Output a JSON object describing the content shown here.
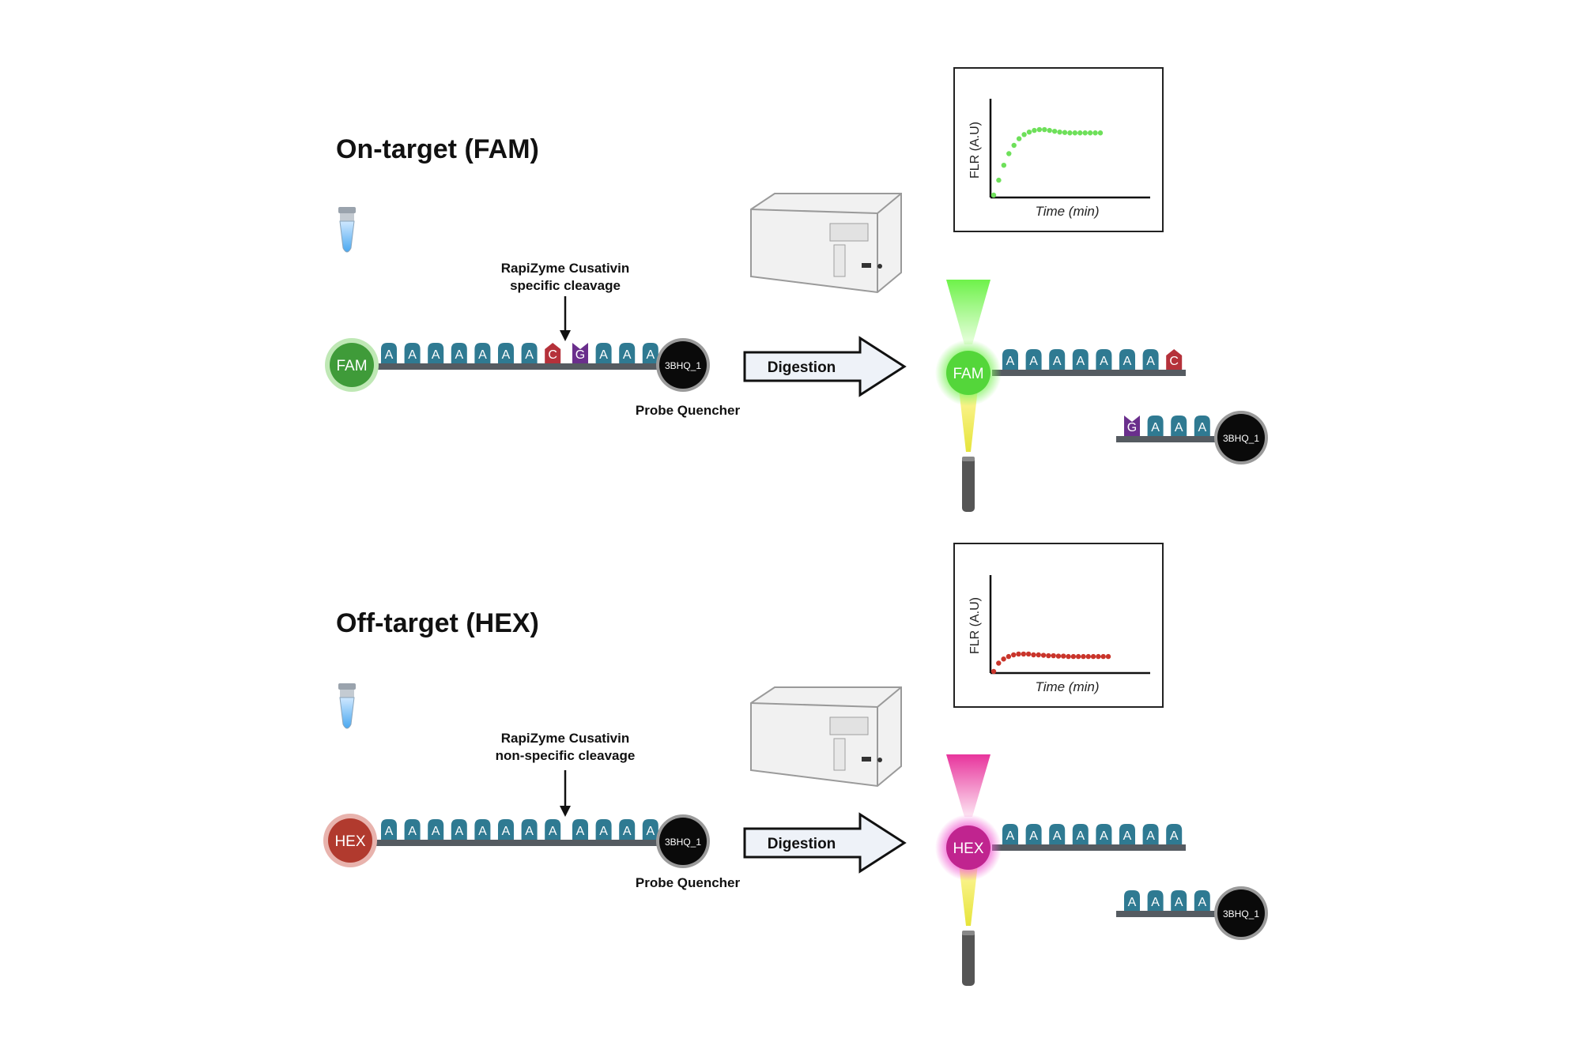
{
  "panels": [
    {
      "id": "on",
      "title": "On-target (FAM)",
      "cleavage_label": [
        "RapiZyme Cusativin",
        "specific cleavage"
      ],
      "dye": "FAM",
      "quencher": "3BHQ_1",
      "probe_quencher_label": "Probe Quencher",
      "digestion_label": "Digestion",
      "probe_left": [
        "A",
        "A",
        "A",
        "A",
        "A",
        "A",
        "A",
        "C"
      ],
      "probe_right": [
        "G",
        "A",
        "A",
        "A"
      ],
      "fragment_dye_side": [
        "A",
        "A",
        "A",
        "A",
        "A",
        "A",
        "A",
        "C"
      ],
      "fragment_quencher_side": [
        "G",
        "A",
        "A",
        "A"
      ],
      "chart": {
        "ylabel": "FLR (A.U)",
        "xlabel": "Time (min)",
        "color": "#6ee05a",
        "series": [
          0,
          0.18,
          0.36,
          0.5,
          0.6,
          0.68,
          0.73,
          0.76,
          0.78,
          0.79,
          0.79,
          0.78,
          0.77,
          0.76,
          0.755,
          0.75,
          0.75,
          0.75,
          0.75,
          0.75,
          0.75,
          0.75
        ]
      },
      "colors": {
        "dye": "#3c9a36",
        "dye_glow": "#5ee04e",
        "cone": "#7df05a"
      }
    },
    {
      "id": "off",
      "title": "Off-target (HEX)",
      "cleavage_label": [
        "RapiZyme Cusativin",
        "non-specific cleavage"
      ],
      "dye": "HEX",
      "quencher": "3BHQ_1",
      "probe_quencher_label": "Probe Quencher",
      "digestion_label": "Digestion",
      "probe_left": [
        "A",
        "A",
        "A",
        "A",
        "A",
        "A",
        "A",
        "A"
      ],
      "probe_right": [
        "A",
        "A",
        "A",
        "A"
      ],
      "fragment_dye_side": [
        "A",
        "A",
        "A",
        "A",
        "A",
        "A",
        "A",
        "A"
      ],
      "fragment_quencher_side": [
        "A",
        "A",
        "A",
        "A"
      ],
      "chart": {
        "ylabel": "FLR (A.U)",
        "xlabel": "Time (min)",
        "color": "#c9352b",
        "series": [
          0,
          0.1,
          0.15,
          0.18,
          0.2,
          0.21,
          0.21,
          0.21,
          0.2,
          0.2,
          0.195,
          0.19,
          0.19,
          0.185,
          0.185,
          0.18,
          0.18,
          0.18,
          0.18,
          0.18,
          0.18,
          0.18,
          0.18,
          0.18
        ]
      },
      "colors": {
        "dye": "#b33a2e",
        "dye_glow": "#f06bd6",
        "cone": "#e8349c"
      }
    }
  ],
  "nucleotide_colors": {
    "A": "#2f7a92",
    "C": "#b5313a",
    "G": "#6a2f8c"
  }
}
